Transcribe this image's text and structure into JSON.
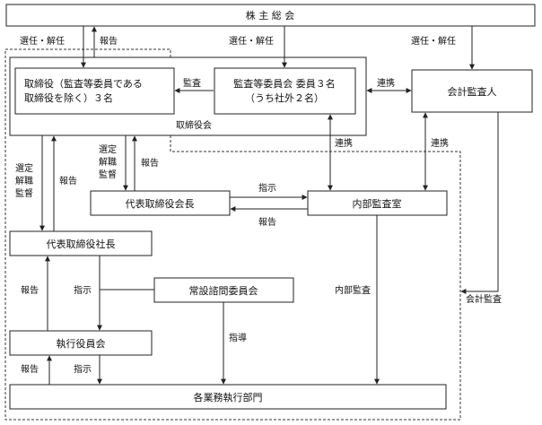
{
  "nodes": {
    "shareholders": "株 主 総 会",
    "directors": [
      "取締役（監査等委員である",
      "取締役を除く）３名"
    ],
    "audit_committee": [
      "監査等委員会 委員３名",
      "（うち社外２名）"
    ],
    "board_label": "取締役会",
    "accounting_auditor": "会計監査人",
    "chairman": "代表取締役会長",
    "internal_audit": "内部監査室",
    "president": "代表取締役社長",
    "advisory_committee": "常設諮問委員会",
    "executive_committee": "執行役員会",
    "business_divisions": "各業務執行部門"
  },
  "labels": {
    "elect_dismiss_1": "選任・解任",
    "report_1": "報告",
    "elect_dismiss_2": "選任・解任",
    "elect_dismiss_3": "選任・解任",
    "audit": "監査",
    "cooperation_1": "連携",
    "appoint_dismiss_supervise": [
      "選定",
      "解職",
      "監督"
    ],
    "report_2": "報告",
    "cooperation_2": "連携",
    "cooperation_3": "連携",
    "select_dismiss_supervise": [
      "選定",
      "解職",
      "監督"
    ],
    "report_3": "報告",
    "instruct_1": "指示",
    "report_4": "報告",
    "report_5": "報告",
    "instruct_2": "指示",
    "internal_audit_lbl": "内部監査",
    "accounting_audit_lbl": "会計監査",
    "guidance": "指導",
    "report_6": "報告",
    "instruct_3": "指示"
  }
}
